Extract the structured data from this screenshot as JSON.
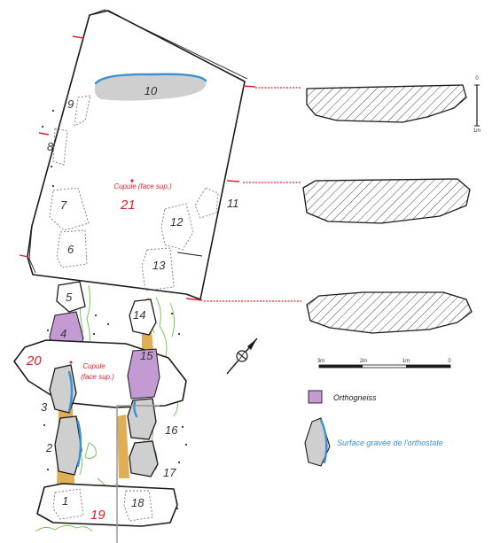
{
  "stones": {
    "s1": "1",
    "s2": "2",
    "s3": "3",
    "s4": "4",
    "s5": "5",
    "s6": "6",
    "s7": "7",
    "s8": "8",
    "s9": "9",
    "s10": "10",
    "s11": "11",
    "s12": "12",
    "s13": "13",
    "s14": "14",
    "s15": "15",
    "s16": "16",
    "s17": "17",
    "s18": "18",
    "s19": "19",
    "s20": "20",
    "s21": "21"
  },
  "annotations": {
    "cupule_21": "Cupule (face sup.)",
    "cupule_20_line1": "Cupule",
    "cupule_20_line2": "(face sup.)"
  },
  "section_scale": {
    "top": "0",
    "bottom": "1m"
  },
  "plan_scale": {
    "labels": [
      "3m",
      "2m",
      "1m",
      "0"
    ]
  },
  "legend": {
    "orthogneiss": "Orthogneiss",
    "engraved": "Surface gravée de l'orthostate"
  },
  "colors": {
    "red": "#e0202a",
    "blue": "#3b8fd4",
    "purple": "#c49ad2",
    "grey": "#cfcfcf",
    "green": "#6cc24a",
    "ochre": "#d9a13a"
  }
}
